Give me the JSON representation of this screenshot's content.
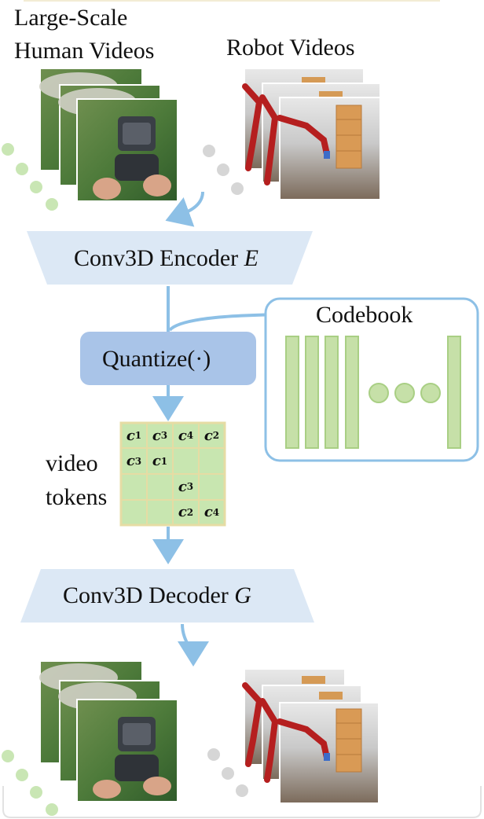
{
  "inputs": {
    "human_label_line1": "Large-Scale",
    "human_label_line2": "Human Videos",
    "robot_label": "Robot Videos"
  },
  "encoder": {
    "label": "Conv3D Encoder ",
    "symbol": "E"
  },
  "quantize": {
    "label": "Quantize(·)"
  },
  "codebook": {
    "label": "Codebook"
  },
  "tokens": {
    "label_line1": "video",
    "label_line2": "tokens",
    "grid": [
      [
        "c1",
        "c3",
        "c4",
        "c2"
      ],
      [
        "c3",
        "c1",
        "",
        ""
      ],
      [
        "",
        "",
        "c3",
        ""
      ],
      [
        "",
        "",
        "c2",
        "c4"
      ]
    ]
  },
  "decoder": {
    "label": "Conv3D Decoder ",
    "symbol": "G"
  },
  "colors": {
    "pale_blue": "#dce8f5",
    "quantize_blue": "#a9c4e8",
    "arrow_blue": "#8dc0e6",
    "green_fill": "#c6e0a8",
    "green_stroke": "#b8d88f",
    "token_fill": "#c8e6b0",
    "token_stroke": "#e6dca4",
    "grey_dot": "#d6d6d6",
    "green_dot": "#c9e6b4"
  },
  "icons": {
    "human_frames": "human-video-frame-stack",
    "robot_frames": "robot-video-frame-stack"
  }
}
